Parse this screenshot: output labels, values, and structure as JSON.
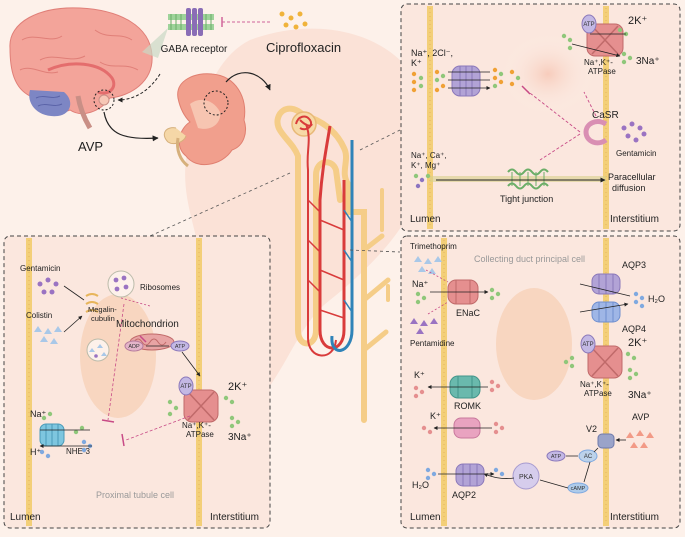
{
  "labels": {
    "gaba_receptor": "GABA receptor",
    "ciprofloxacin": "Ciprofloxacin",
    "avp_main": "AVP",
    "tal_ions_line1": "Na⁺, 2Cl⁻,",
    "tal_ions_line2": "K⁺",
    "atp": "ATP",
    "two_k": "2K⁺",
    "three_na": "3Na⁺",
    "na_k_atpase_line1": "Na⁺,K⁺-",
    "na_k_atpase_line2": "ATPase",
    "casr": "CaSR",
    "gentamicin": "Gentamicin",
    "para_ions_line1": "Na⁺, Ca⁺,",
    "para_ions_line2": "K⁺, Mg⁺",
    "paracellular_line1": "Paracellular",
    "paracellular_line2": "diffusion",
    "tight_junction": "Tight junction",
    "lumen": "Lumen",
    "interstitium": "Interstitium",
    "colistin": "Colistin",
    "megalin_line1": "Megalin-",
    "megalin_line2": "cubulin",
    "ribosomes": "Ribosomes",
    "mitochondrion": "Mitochondrion",
    "adp": "ADP",
    "na_plus": "Na⁺",
    "h_plus": "H⁺",
    "k_plus": "K⁺",
    "nhe3": "NHE-3",
    "proximal_tubule_cell": "Proximal tubule cell",
    "trimethoprim": "Trimethoprim",
    "collecting_duct_cell": "Collecting duct principal cell",
    "enac": "ENaC",
    "pentamidine": "Pentamidine",
    "aqp3": "AQP3",
    "aqp4": "AQP4",
    "h2o": "H₂O",
    "romk": "ROMK",
    "v2": "V2",
    "ac": "AC",
    "pka": "PKA",
    "camp": "cAMP",
    "aqp2": "AQP2"
  },
  "colors": {
    "background": "#fdf1ea",
    "panel": "#fbe7de",
    "membrane": "#f3cf78",
    "kidney": "#f19f8d",
    "artery": "#d93b3b",
    "vein": "#2f83b8",
    "tubule": "#f5cd88",
    "channel_purple": "#b2a3d6",
    "channel_teal": "#6ab9ad",
    "channel_pink": "#e58f8f",
    "dot_orange": "#f0a135",
    "dot_green": "#8fc77a",
    "dot_purple": "#8c74c0",
    "dot_blue": "#7fa9e0"
  }
}
